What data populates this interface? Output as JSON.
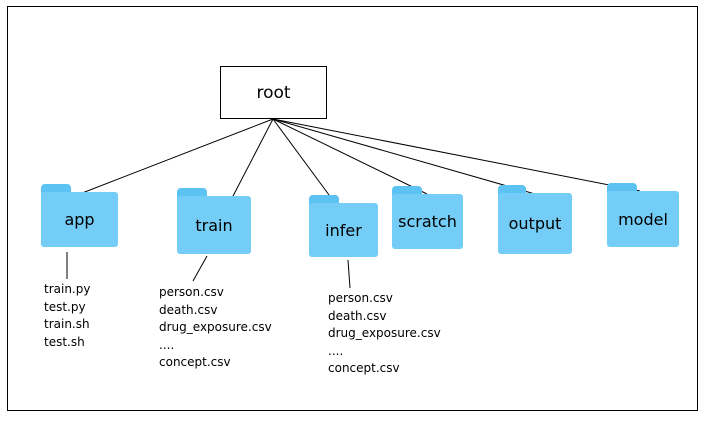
{
  "colors": {
    "folder_tab": "#5cc2f2",
    "folder_body": "#73cdf7",
    "line": "#000000",
    "background": "#ffffff"
  },
  "root": {
    "label": "root"
  },
  "folders": [
    {
      "name": "app",
      "icon": "folder-icon"
    },
    {
      "name": "train",
      "icon": "folder-icon"
    },
    {
      "name": "infer",
      "icon": "folder-icon"
    },
    {
      "name": "scratch",
      "icon": "folder-icon"
    },
    {
      "name": "output",
      "icon": "folder-icon"
    },
    {
      "name": "model",
      "icon": "folder-icon"
    }
  ],
  "files": {
    "app": [
      "train.py",
      "test.py",
      "train.sh",
      "test.sh"
    ],
    "train": [
      "person.csv",
      "death.csv",
      "drug_exposure.csv",
      "....",
      "concept.csv"
    ],
    "infer": [
      "person.csv",
      "death.csv",
      "drug_exposure.csv",
      "....",
      "concept.csv"
    ]
  }
}
